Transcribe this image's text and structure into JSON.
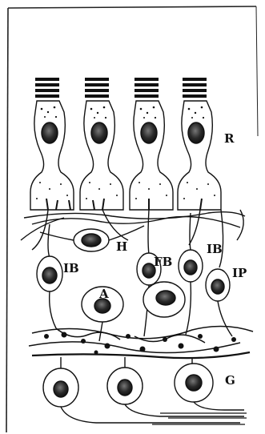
{
  "figure": {
    "labels": {
      "R": "R",
      "H": "H",
      "IB_left": "IB",
      "A": "A",
      "FB": "FB",
      "IB_right": "IB",
      "IP": "IP",
      "G": "G"
    },
    "colors": {
      "ink": "#111111",
      "paper": "#ffffff"
    }
  }
}
